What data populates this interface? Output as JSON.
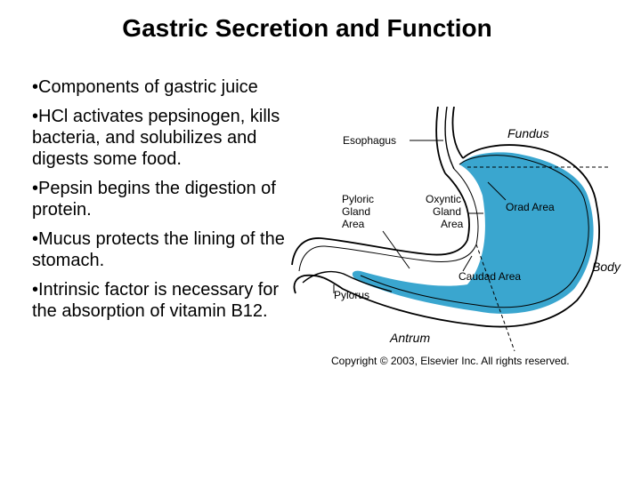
{
  "slide": {
    "title": "Gastric Secretion and Function",
    "bullets": [
      "•Components of gastric juice",
      "•HCl activates pepsinogen, kills bacteria, and solubilizes and digests some food.",
      "•Pepsin begins the digestion of protein.",
      "•Mucus protects the lining of the stomach.",
      "•Intrinsic factor is necessary for the absorption of vitamin B12."
    ]
  },
  "diagram": {
    "labels": {
      "esophagus": "Esophagus",
      "fundus": "Fundus",
      "pyloric_1": "Pyloric",
      "pyloric_2": "Gland",
      "pyloric_3": "Area",
      "oxyntic_1": "Oxyntic",
      "oxyntic_2": "Gland",
      "oxyntic_3": "Area",
      "orad": "Orad Area",
      "caudad": "Caudad Area",
      "body": "Body",
      "pylorus": "Pylorus",
      "antrum": "Antrum"
    },
    "copyright": "Copyright © 2003, Elsevier Inc. All rights reserved.",
    "colors": {
      "mucosa": "#3aa6cf",
      "outline": "#000000"
    }
  }
}
